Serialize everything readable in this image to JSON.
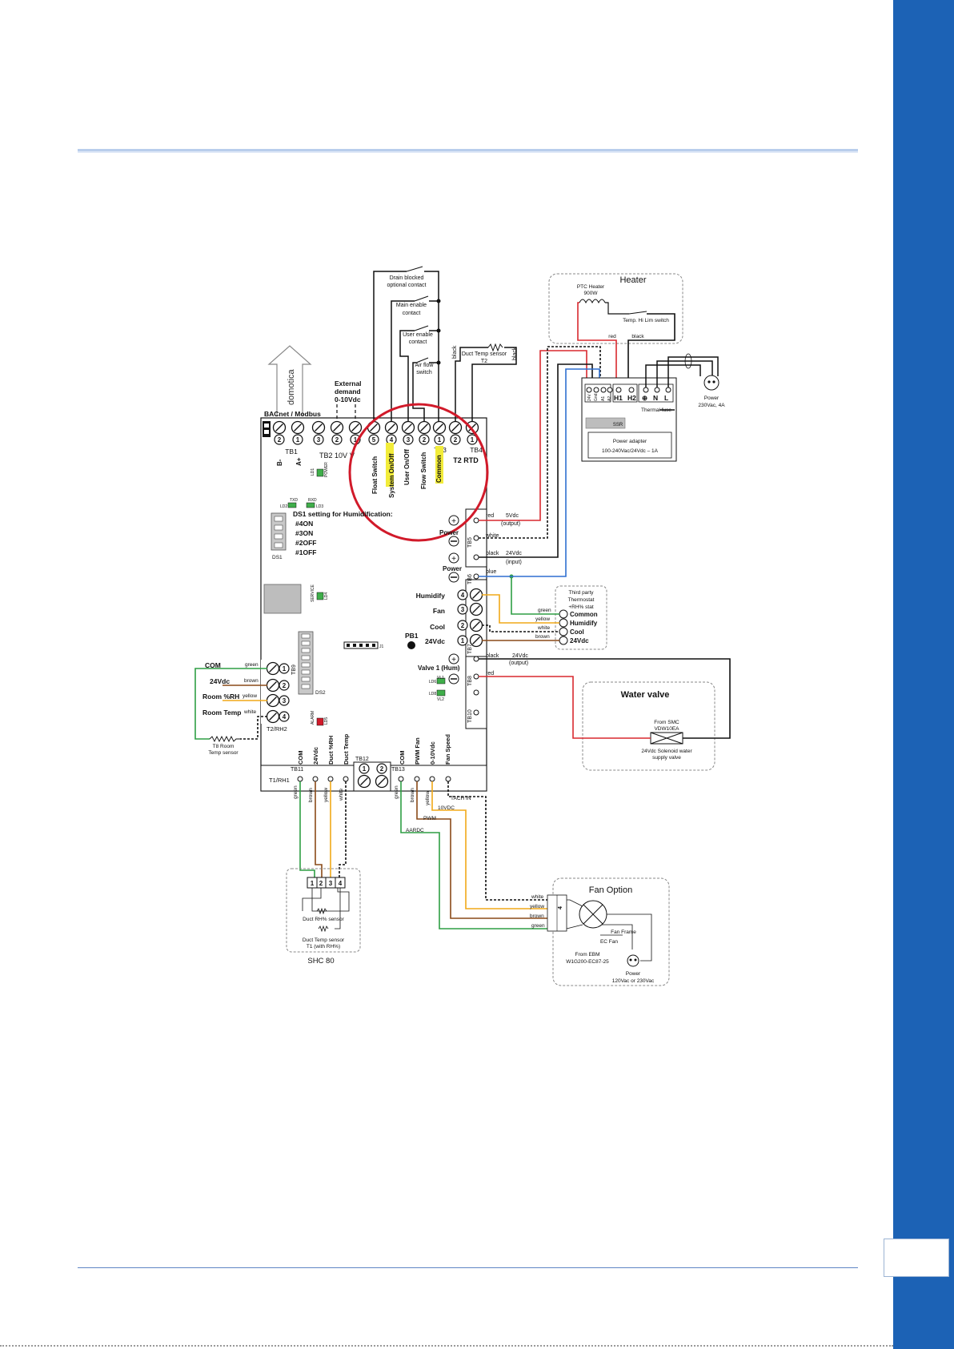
{
  "diagram": {
    "labels": {
      "drain_blocked": "Drain blocked",
      "optional_contact": "optional contact",
      "main_enable": "Main enable",
      "contact1": "contact",
      "user_enable": "User enable",
      "contact2": "contact",
      "air_flow": "Air flow",
      "switch": "switch",
      "duct_temp_sensor": "Duct Temp sensor",
      "t2": "T2",
      "domotica": "domotica",
      "external": "External",
      "demand": "demand",
      "range_0_10": "0-10Vdc",
      "bacnet": "BACnet / Modbus",
      "tb1": "TB1",
      "tb2_10v": "TB2  10V",
      "v": "V",
      "tb3": "TB3",
      "tb4": "TB4",
      "t2_rtd": "T2 RTD",
      "b_minus": "B-",
      "a_plus": "A+",
      "float_switch": "Float Switch",
      "system_onoff": "System On/Off",
      "user_onoff": "User On/Off",
      "flow_switch": "Flow Switch",
      "common": "Common",
      "ds1_setting": "DS1 setting for Humidification:",
      "ds1_4": "#4ON",
      "ds1_3": "#3ON",
      "ds1_2": "#2OFF",
      "ds1_1": "#1OFF",
      "ds1": "DS1",
      "ds2": "DS2",
      "pb1": "PB1",
      "j1": "J1",
      "tb5": "TB5",
      "tb6": "TB6",
      "tb7": "TB7",
      "tb8": "TB8",
      "tb9": "TB9",
      "tb10": "TB10",
      "tb11": "TB11",
      "tb12": "TB12",
      "tb13": "TB13",
      "t1_rh1": "T1/RH1",
      "t2_rh2": "T2/RH2",
      "power": "Power",
      "red": "red",
      "out_5v": "5Vdc",
      "output": "(output)",
      "white": "white",
      "black": "black",
      "in_24v": "24Vdc",
      "input": "(input)",
      "blue": "blue",
      "humidify": "Humidify",
      "fan": "Fan",
      "cool": "Cool",
      "v24": "24Vdc",
      "valve1": "Valve 1 (Hum)",
      "third_party": "Third party",
      "thermostat": "Thermostat",
      "rh_stat": "+RH% stat",
      "green": "green",
      "yellow": "yellow",
      "brown": "brown",
      "t_common": "Common",
      "t_humidify": "Humidify",
      "t_cool": "Cool",
      "t_24v": "24Vdc",
      "heater": "Heater",
      "ptc_heater": "PTC Heater",
      "w900": "900W",
      "hi_lim": "Temp. Hi Lim switch",
      "h1": "H1",
      "h2": "H2",
      "n": "N",
      "l": "L",
      "earth": "⊕",
      "thermal_fuse": "Thermal fuse",
      "power_230": "Power",
      "vac_230": "230Vac, 4A",
      "ssr": "SSR",
      "power_adapter": "Power adapter",
      "adapter_spec": "100-240Vac/24Vdc – 1A",
      "v24_label": "24V",
      "gnd": "Gnd",
      "a1": "A1",
      "a2": "A2",
      "water_valve": "Water valve",
      "from_smc": "From SMC",
      "vdw": "VDW10EA",
      "solenoid": "24Vdc Solenoid water",
      "supply_valve": "supply valve",
      "com": "COM",
      "v24_left": "24Vdc",
      "room_rh": "Room %RH",
      "room_temp": "Room Temp",
      "t8_room": "T8 Room",
      "temp_sensor": "Temp sensor",
      "c_com": "COM",
      "c_24v": "24Vdc",
      "duct_rh": "Duct %RH",
      "duct_temp": "Duct Temp",
      "c_com2": "COM",
      "pwm_fan": "PWM Fan",
      "v0_10": "0-10Vdc",
      "fan_speed": "Fan Speed",
      "tach_in": "TACH IN",
      "v10dc": "10VDC",
      "pwm": "PWM",
      "aardc": "AARDC",
      "duct_rh_sensor": "Duct RH% sensor",
      "duct_temp_sensor2": "Duct Temp sensor",
      "t1_with_rh": "T1 (with RH%)",
      "shc80": "SHC 80",
      "fan_option": "Fan Option",
      "ec_fan": "EC Fan",
      "fan_frame": "Fan Frame",
      "from_ebm": "From EBM",
      "ebm_model": "W1G200-EC87-25",
      "power_fan": "Power",
      "vac_fan": "120Vac or 230Vac",
      "led1": "LD1",
      "power_led": "POWER",
      "txd": "TXD",
      "rxd": "RXD",
      "led2": "LD2",
      "led3": "LD3",
      "service": "SERVICE",
      "led4": "LD4",
      "alarm": "ALARM",
      "led5": "LD5",
      "vl1": "VL1",
      "led6": "LD6",
      "vl2": "VL2",
      "led8": "LD8"
    },
    "terminal_numbers": {
      "n1": "1",
      "n2": "2",
      "n3": "3",
      "n4": "4",
      "n5": "5"
    },
    "wire_colors": {
      "red": "#d8292f",
      "blue": "#2f6fd0",
      "green": "#2e9e44",
      "yellow": "#f0a818",
      "brown": "#8a4a18",
      "black": "#111111",
      "highlight": "#f2ec3a",
      "circle": "#d11a2a"
    }
  }
}
